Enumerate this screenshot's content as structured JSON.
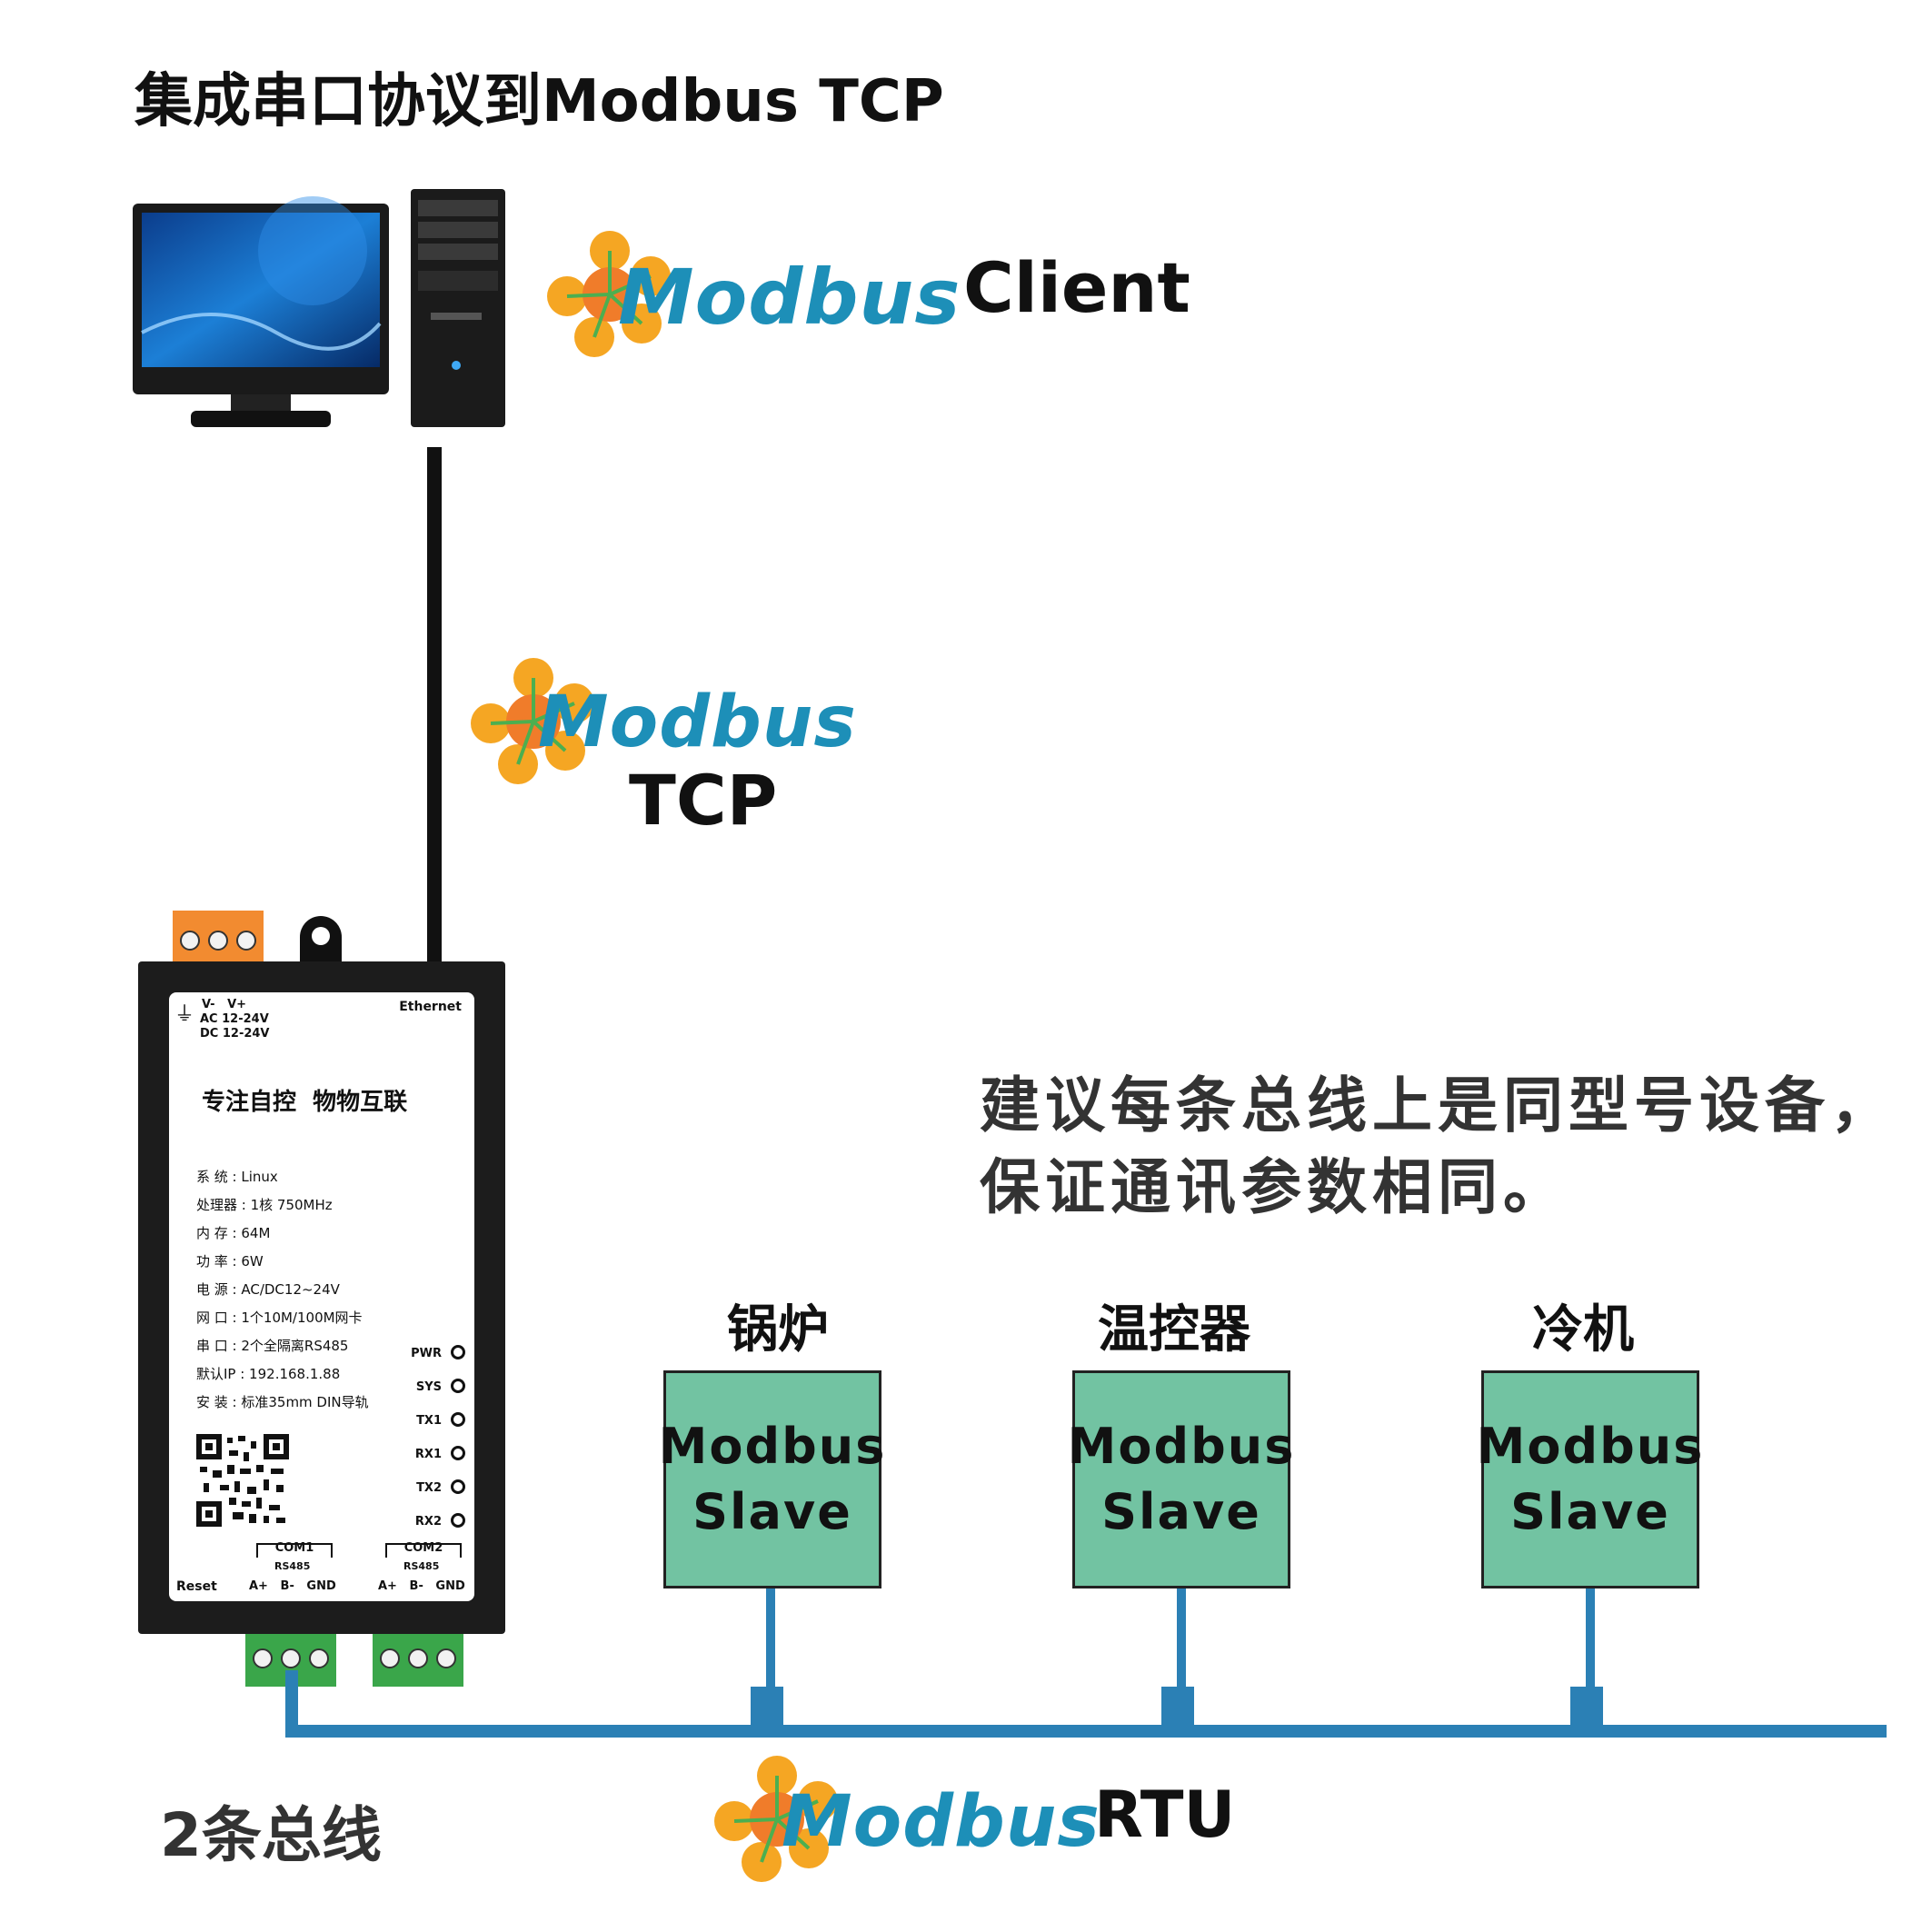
{
  "title": "集成串口协议到Modbus TCP",
  "client": {
    "logo_text": "Modbus",
    "label": "Client"
  },
  "tcp": {
    "logo_text": "Modbus",
    "label": "TCP"
  },
  "rtu": {
    "logo_text": "Modbus",
    "label": "RTU"
  },
  "note": {
    "line1": "建议每条总线上是同型号设备，",
    "line2": "保证通讯参数相同。"
  },
  "bus_count_label": "2条总线",
  "slaves": [
    {
      "device": "锅炉",
      "line1": "Modbus",
      "line2": "Slave"
    },
    {
      "device": "温控器",
      "line1": "Modbus",
      "line2": "Slave"
    },
    {
      "device": "冷机",
      "line1": "Modbus",
      "line2": "Slave"
    }
  ],
  "gateway": {
    "power_top": "V-   V+",
    "power_ac": "AC 12-24V",
    "power_dc": "DC 12-24V",
    "ethernet": "Ethernet",
    "slogan": "专注自控  物物互联",
    "specs": [
      "系    统 : Linux",
      "处理器 : 1核 750MHz",
      "内    存 : 64M",
      "功    率 : 6W",
      "电    源 : AC/DC12~24V",
      "网    口 : 1个10M/100M网卡",
      "串    口 : 2个全隔离RS485",
      "默认IP : 192.168.1.88",
      "安    装 : 标准35mm DIN导轨"
    ],
    "leds": [
      "PWR",
      "SYS",
      "TX1",
      "RX1",
      "TX2",
      "RX2"
    ],
    "reset": "Reset",
    "com1": {
      "name": "COM1",
      "type": "RS485",
      "pins": "A+   B-   GND"
    },
    "com2": {
      "name": "COM2",
      "type": "RS485",
      "pins": "A+   B-   GND"
    }
  },
  "colors": {
    "bus_line": "#2b80b5",
    "slave_fill": "#72c3a2",
    "logo_blue": "#1d8fb8",
    "logo_orange": "#f5a623"
  }
}
